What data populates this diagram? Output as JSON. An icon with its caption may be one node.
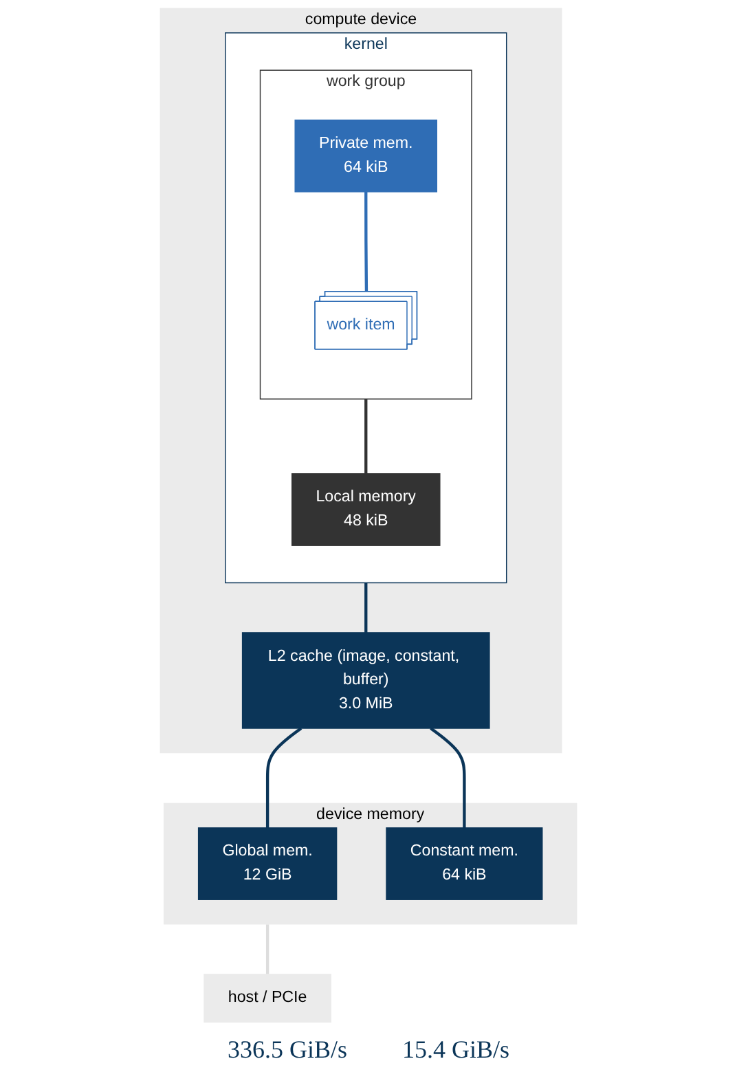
{
  "diagram": {
    "nodes": [
      {
        "text": [
          "compute device"
        ]
      },
      {
        "text": [
          "kernel"
        ],
        "in": 0
      },
      {
        "text": [
          "work group"
        ],
        "in": 1
      },
      {
        "text": [
          "Private mem.",
          "64 kiB"
        ],
        "in": 2
      },
      {
        "text": [
          "work item"
        ],
        "in": 2
      },
      {
        "text": [
          "Local memory",
          "48 kiB"
        ],
        "in": 1
      },
      {
        "text": [
          "L2 cache (image, constant, buffer)",
          "3.0 MiB"
        ],
        "in": 0
      },
      {
        "text": [
          "device memory"
        ]
      },
      {
        "text": [
          "Global mem.",
          "12 GiB"
        ],
        "in": 7
      },
      {
        "text": [
          "Constant mem.",
          "64 kiB"
        ],
        "in": 7
      },
      {
        "text": [
          "host / PCIe"
        ]
      }
    ],
    "edges": [
      {
        "from": 3,
        "to": 4,
        "arrow": "none",
        "color": "#2f6db5"
      },
      {
        "from": 2,
        "to": 5,
        "arrow": "none",
        "color": "#333333"
      },
      {
        "from": 1,
        "to": 6,
        "arrow": "none"
      },
      {
        "from": 6,
        "to": 8,
        "arrow": "none"
      },
      {
        "from": 6,
        "to": 9,
        "arrow": "none"
      },
      {
        "from": 7,
        "to": 10,
        "arrow": "none",
        "color": "#dddddd"
      }
    ],
    "labels": [
      "336.5 GiB/s",
      "15.4 GiB/s"
    ]
  }
}
